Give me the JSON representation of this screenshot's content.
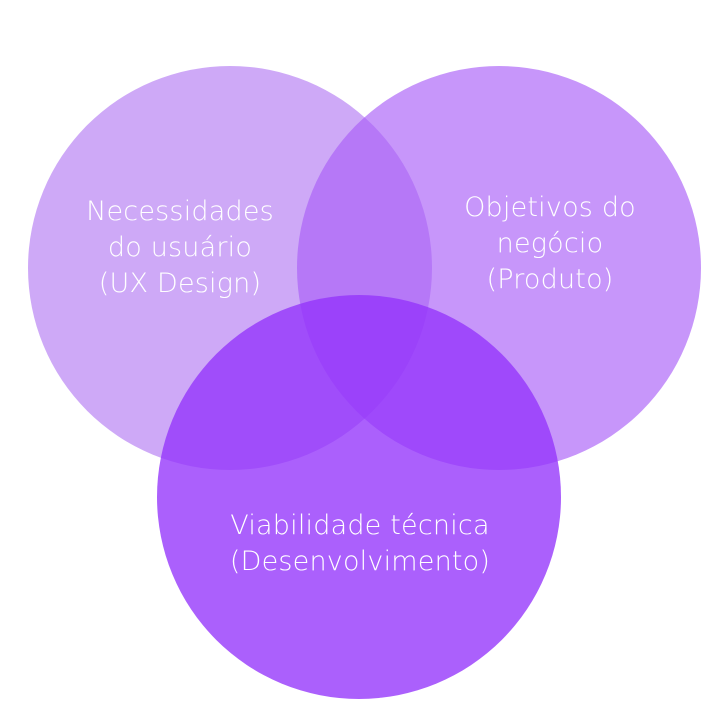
{
  "diagram": {
    "type": "venn",
    "circles": [
      {
        "id": "ux",
        "lines": [
          "Necessidades",
          "do usuário",
          "(UX Design)"
        ],
        "color": "#B47BF2"
      },
      {
        "id": "produto",
        "lines": [
          "Objetivos do",
          "negócio",
          "(Produto)"
        ],
        "color": "#A95EF7"
      },
      {
        "id": "dev",
        "lines": [
          "Viabilidade técnica",
          "(Desenvolvimento)"
        ],
        "color": "#9333FB"
      }
    ]
  }
}
